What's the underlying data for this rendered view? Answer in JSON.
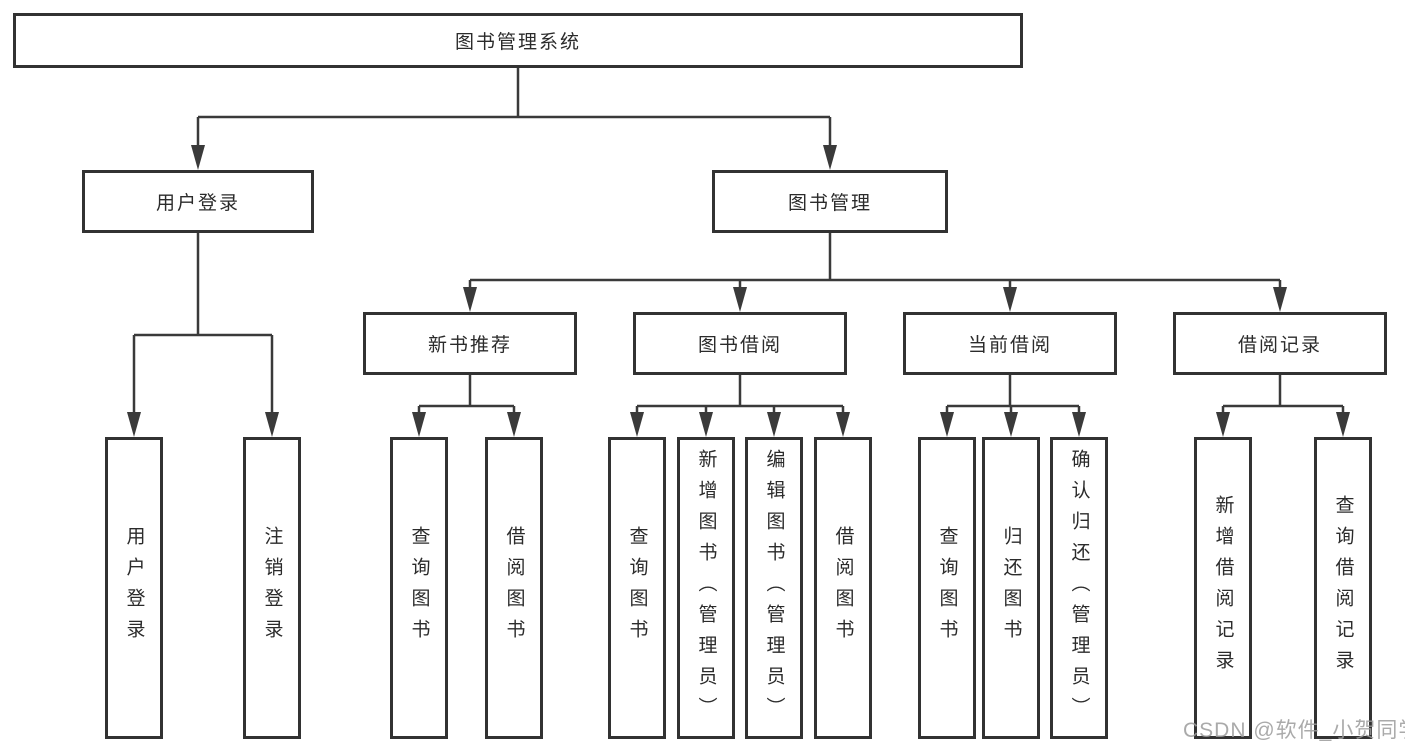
{
  "root": {
    "label": "图书管理系统"
  },
  "user_login": {
    "label": "用户登录",
    "children": [
      {
        "label": "用户登录"
      },
      {
        "label": "注销登录"
      }
    ]
  },
  "book_management": {
    "label": "图书管理"
  },
  "new_book": {
    "label": "新书推荐",
    "children": [
      {
        "label": "查询图书"
      },
      {
        "label": "借阅图书"
      }
    ]
  },
  "book_borrow": {
    "label": "图书借阅",
    "children": [
      {
        "label": "查询图书"
      },
      {
        "label": "新增图书（管理员）"
      },
      {
        "label": "编辑图书（管理员）"
      },
      {
        "label": "借阅图书"
      }
    ]
  },
  "current_borrow": {
    "label": "当前借阅",
    "children": [
      {
        "label": "查询图书"
      },
      {
        "label": "归还图书"
      },
      {
        "label": "确认归还（管理员）"
      }
    ]
  },
  "borrow_records": {
    "label": "借阅记录",
    "children": [
      {
        "label": "新增借阅记录"
      },
      {
        "label": "查询借阅记录"
      }
    ]
  },
  "watermark": {
    "text": "CSDN @软件_小贺同学"
  },
  "colors": {
    "background": "#ffffff",
    "box_fill": "#ffffff",
    "box_border": "#323232",
    "line": "#3a3a3a",
    "text": "#2b2b2b",
    "watermark": "#9c9c9c"
  }
}
